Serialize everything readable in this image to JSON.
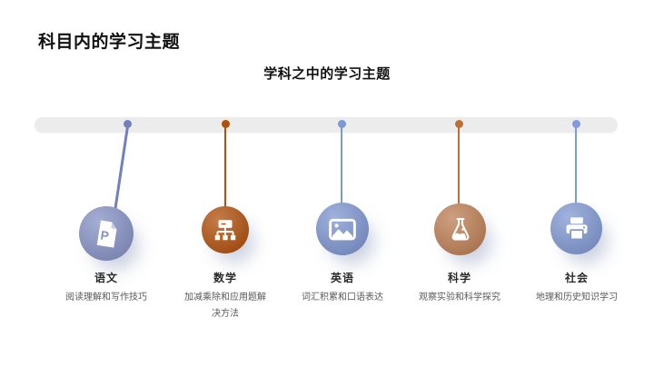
{
  "page": {
    "title": "科目内的学习主题",
    "subtitle": "学科之中的学习主题"
  },
  "colors": {
    "background": "#ffffff",
    "timeline_bar": "#ececec",
    "title_text": "#111111",
    "subject_name_text": "#2b2b2b",
    "description_text": "#595959"
  },
  "subjects": [
    {
      "name": "语文",
      "description": "阅读理解和写作技巧",
      "icon": "document-p-icon",
      "icon_letter": "P",
      "circle_color": "#8692c4",
      "dot_color": "#7280bb"
    },
    {
      "name": "数学",
      "description": "加减乘除和应用题解决方法",
      "icon": "sitemap-icon",
      "circle_color": "#b1500d",
      "dot_color": "#b1500d"
    },
    {
      "name": "英语",
      "description": "词汇积累和口语表达",
      "icon": "image-icon",
      "circle_color": "#7e96d0",
      "dot_color": "#7d98d6"
    },
    {
      "name": "科学",
      "description": "观察实验和科学探究",
      "icon": "flask-icon",
      "circle_color": "#bd7f55",
      "dot_color": "#b97137"
    },
    {
      "name": "社会",
      "description": "地理和历史知识学习",
      "icon": "printer-icon",
      "circle_color": "#8199d2",
      "dot_color": "#7f9bda"
    }
  ]
}
